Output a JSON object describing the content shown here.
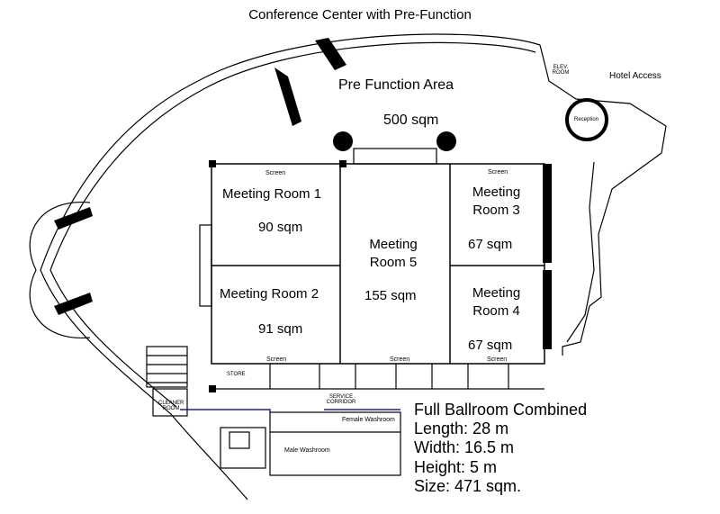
{
  "title": "Conference Center with Pre-Function",
  "prefunction": {
    "label": "Pre Function Area",
    "size": "500 sqm"
  },
  "hotel_access": "Hotel Access",
  "reception": "Reception",
  "elev_room": "ELEV. ROOM",
  "rooms": [
    {
      "name": "Meeting Room 1",
      "size": "90 sqm"
    },
    {
      "name": "Meeting Room 2",
      "size": "91 sqm"
    },
    {
      "name_line1": "Meeting",
      "name_line2": "Room 5",
      "size": "155 sqm"
    },
    {
      "name_line1": "Meeting",
      "name_line2": "Room 3",
      "size": "67 sqm"
    },
    {
      "name_line1": "Meeting",
      "name_line2": "Room 4",
      "size": "67 sqm"
    }
  ],
  "screen_label": "Screen",
  "store": "STORE",
  "service_corridor": "SERVICE CORRIDOR",
  "cleaner_room": "CLEANER ROOM",
  "female_washroom": "Female Washroom",
  "male_washroom": "Male Washroom",
  "ballroom": {
    "heading": "Full Ballroom Combined",
    "length": "Length: 28 m",
    "width": "Width: 16.5 m",
    "height": "Height: 5 m",
    "size": "Size: 471 sqm."
  }
}
